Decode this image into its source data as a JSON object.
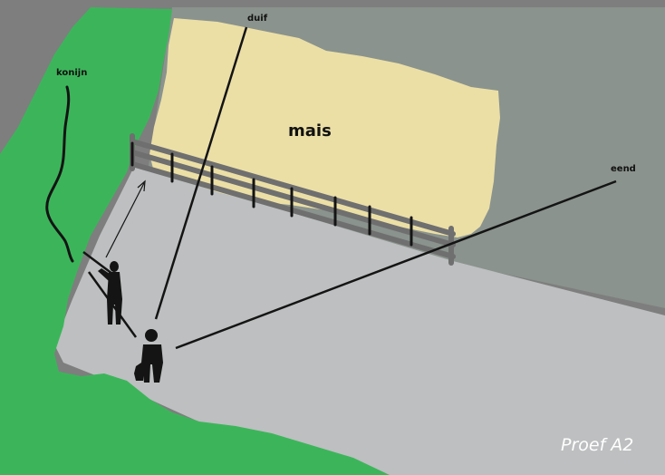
{
  "labels": {
    "corn": "mais",
    "pigeon": "duif",
    "rabbit": "konijn",
    "duck": "eend"
  },
  "stamp": "Proef A2",
  "colors": {
    "dark_gray": "#7e7e7e",
    "dark_gray_right": "#8a938d",
    "ground": "#bdbfc0",
    "grass": "#3cb55a",
    "corn_field": "#ebdfa6",
    "fence": "#6f6f6f",
    "figure": "#141414"
  }
}
